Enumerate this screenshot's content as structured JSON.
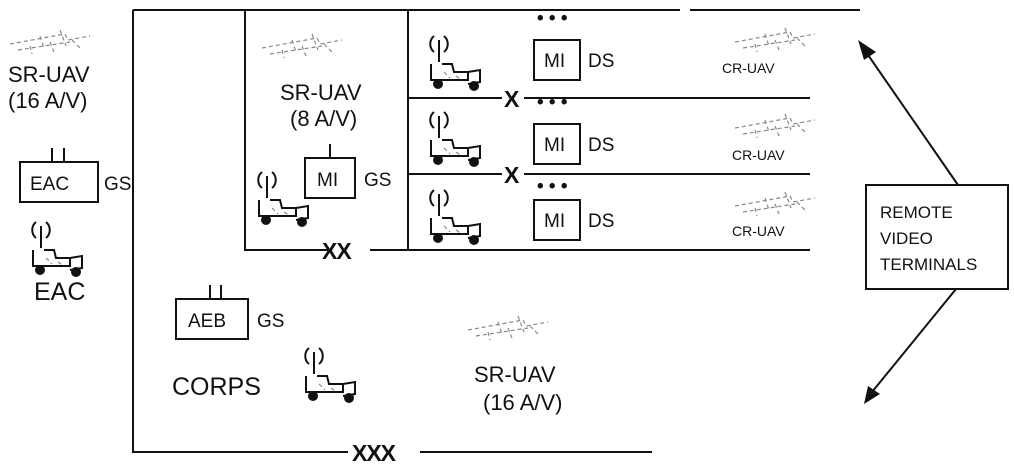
{
  "left": {
    "uav_name": "SR-UAV",
    "uav_count": "(16 A/V)",
    "unit_label": "EAC",
    "unit_suffix": "GS",
    "echelon_label": "EAC"
  },
  "corps": {
    "unit_label": "AEB",
    "unit_suffix": "GS",
    "echelon_label": "CORPS",
    "echelon_symbol": "XXX",
    "uav_name": "SR-UAV",
    "uav_count": "(16 A/V)"
  },
  "division": {
    "uav_name": "SR-UAV",
    "uav_count": "(8 A/V)",
    "unit_label": "MI",
    "unit_suffix": "GS",
    "echelon_symbol": "XX"
  },
  "brigades": [
    {
      "unit_label": "MI",
      "unit_suffix": "DS",
      "uav_label": "CR-UAV",
      "symbol": "X"
    },
    {
      "unit_label": "MI",
      "unit_suffix": "DS",
      "uav_label": "CR-UAV",
      "symbol": "X"
    },
    {
      "unit_label": "MI",
      "unit_suffix": "DS",
      "uav_label": "CR-UAV"
    }
  ],
  "remote_video": {
    "line1": "REMOTE",
    "line2": "VIDEO",
    "line3": "TERMINALS"
  }
}
